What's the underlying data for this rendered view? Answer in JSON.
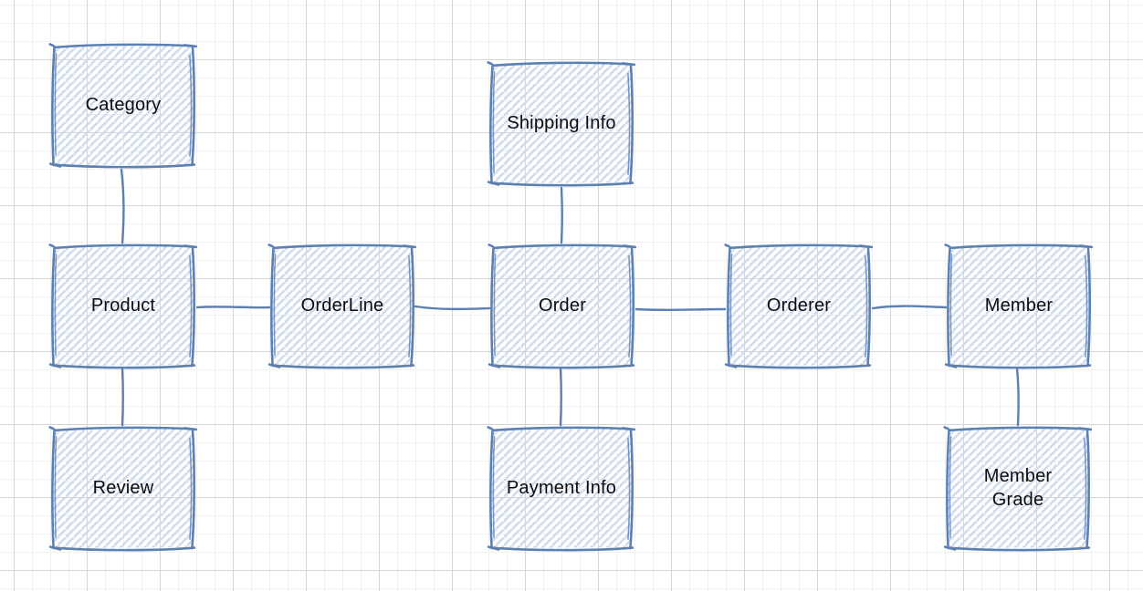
{
  "diagram": {
    "nodes": [
      {
        "id": "category",
        "label": "Category"
      },
      {
        "id": "shipping-info",
        "label": "Shipping Info"
      },
      {
        "id": "product",
        "label": "Product"
      },
      {
        "id": "orderline",
        "label": "OrderLine"
      },
      {
        "id": "order",
        "label": "Order"
      },
      {
        "id": "orderer",
        "label": "Orderer"
      },
      {
        "id": "member",
        "label": "Member"
      },
      {
        "id": "review",
        "label": "Review"
      },
      {
        "id": "payment-info",
        "label": "Payment Info"
      },
      {
        "id": "member-grade",
        "label": "Member Grade"
      }
    ],
    "edges": [
      {
        "from": "Category",
        "to": "Product"
      },
      {
        "from": "Product",
        "to": "Review"
      },
      {
        "from": "Product",
        "to": "OrderLine"
      },
      {
        "from": "OrderLine",
        "to": "Order"
      },
      {
        "from": "Shipping Info",
        "to": "Order"
      },
      {
        "from": "Order",
        "to": "Payment Info"
      },
      {
        "from": "Order",
        "to": "Orderer"
      },
      {
        "from": "Orderer",
        "to": "Member"
      },
      {
        "from": "Member",
        "to": "Member Grade"
      }
    ],
    "colors": {
      "stroke": "#5b80b4",
      "hatch": "#ccd9ef",
      "grid_minor": "#f1f1f1",
      "grid_major": "#d6d6d6",
      "text": "#0d0d0d",
      "background": "#ffffff"
    }
  }
}
